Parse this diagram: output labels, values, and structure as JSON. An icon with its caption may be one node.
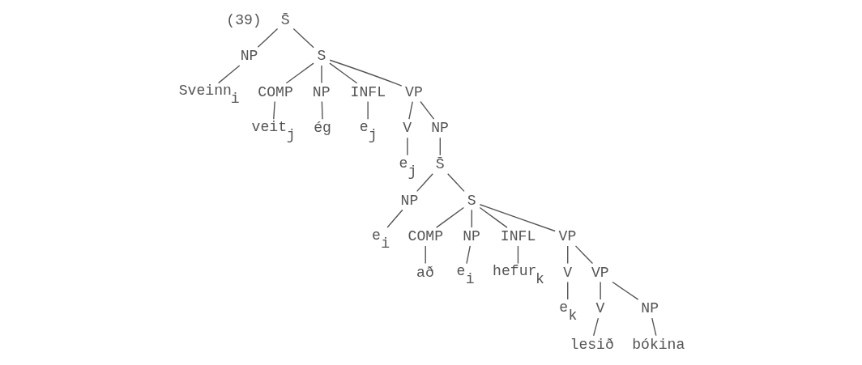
{
  "diagram": {
    "nodes": [
      {
        "text": [
          "S̄"
        ]
      },
      {
        "text": [
          "NP"
        ]
      },
      {
        "text": [
          "Sveinn$_{i}$"
        ]
      },
      {
        "text": [
          "S"
        ]
      },
      {
        "text": [
          "COMP"
        ]
      },
      {
        "text": [
          "veit$_{j}$"
        ]
      },
      {
        "text": [
          "NP"
        ]
      },
      {
        "text": [
          "ég"
        ]
      },
      {
        "text": [
          "INFL"
        ]
      },
      {
        "text": [
          "e$_{j}$"
        ]
      },
      {
        "text": [
          "VP"
        ]
      },
      {
        "text": [
          "V"
        ]
      },
      {
        "text": [
          "e$_{j}$"
        ]
      },
      {
        "text": [
          "NP"
        ]
      },
      {
        "text": [
          "S̄"
        ]
      },
      {
        "text": [
          "NP"
        ]
      },
      {
        "text": [
          "e$_{i}$"
        ]
      },
      {
        "text": [
          "S"
        ]
      },
      {
        "text": [
          "COMP"
        ]
      },
      {
        "text": [
          "að"
        ]
      },
      {
        "text": [
          "NP"
        ]
      },
      {
        "text": [
          "e$_{i}$"
        ]
      },
      {
        "text": [
          "INFL"
        ]
      },
      {
        "text": [
          "hefur$_{k}$"
        ]
      },
      {
        "text": [
          "VP"
        ]
      },
      {
        "text": [
          "V"
        ]
      },
      {
        "text": [
          "e$_{k}$"
        ]
      },
      {
        "text": [
          "VP"
        ]
      },
      {
        "text": [
          "V"
        ]
      },
      {
        "text": [
          "lesið"
        ]
      },
      {
        "text": [
          "NP"
        ]
      },
      {
        "text": [
          "bókina"
        ]
      }
    ],
    "edges": [
      {
        "from": 0,
        "to": 1,
        "arrow": "none"
      },
      {
        "from": 1,
        "to": 2,
        "arrow": "none"
      },
      {
        "from": 0,
        "to": 3,
        "arrow": "none"
      },
      {
        "from": 3,
        "to": 4,
        "arrow": "none"
      },
      {
        "from": 4,
        "to": 5,
        "arrow": "none"
      },
      {
        "from": 3,
        "to": 6,
        "arrow": "none"
      },
      {
        "from": 6,
        "to": 7,
        "arrow": "none"
      },
      {
        "from": 3,
        "to": 8,
        "arrow": "none"
      },
      {
        "from": 8,
        "to": 9,
        "arrow": "none"
      },
      {
        "from": 3,
        "to": 10,
        "arrow": "none"
      },
      {
        "from": 10,
        "to": 11,
        "arrow": "none"
      },
      {
        "from": 11,
        "to": 12,
        "arrow": "none"
      },
      {
        "from": 10,
        "to": 13,
        "arrow": "none"
      },
      {
        "from": 13,
        "to": 14,
        "arrow": "none"
      },
      {
        "from": 14,
        "to": 15,
        "arrow": "none"
      },
      {
        "from": 15,
        "to": 16,
        "arrow": "none"
      },
      {
        "from": 14,
        "to": 17,
        "arrow": "none"
      },
      {
        "from": 17,
        "to": 18,
        "arrow": "none"
      },
      {
        "from": 18,
        "to": 19,
        "arrow": "none"
      },
      {
        "from": 17,
        "to": 20,
        "arrow": "none"
      },
      {
        "from": 20,
        "to": 21,
        "arrow": "none"
      },
      {
        "from": 17,
        "to": 22,
        "arrow": "none"
      },
      {
        "from": 22,
        "to": 23,
        "arrow": "none"
      },
      {
        "from": 17,
        "to": 24,
        "arrow": "none"
      },
      {
        "from": 24,
        "to": 25,
        "arrow": "none"
      },
      {
        "from": 25,
        "to": 26,
        "arrow": "none"
      },
      {
        "from": 24,
        "to": 27,
        "arrow": "none"
      },
      {
        "from": 27,
        "to": 28,
        "arrow": "none"
      },
      {
        "from": 28,
        "to": 29,
        "arrow": "none"
      },
      {
        "from": 27,
        "to": 30,
        "arrow": "none"
      },
      {
        "from": 30,
        "to": 31,
        "arrow": "none"
      }
    ],
    "labels": [
      "(39)"
    ]
  }
}
